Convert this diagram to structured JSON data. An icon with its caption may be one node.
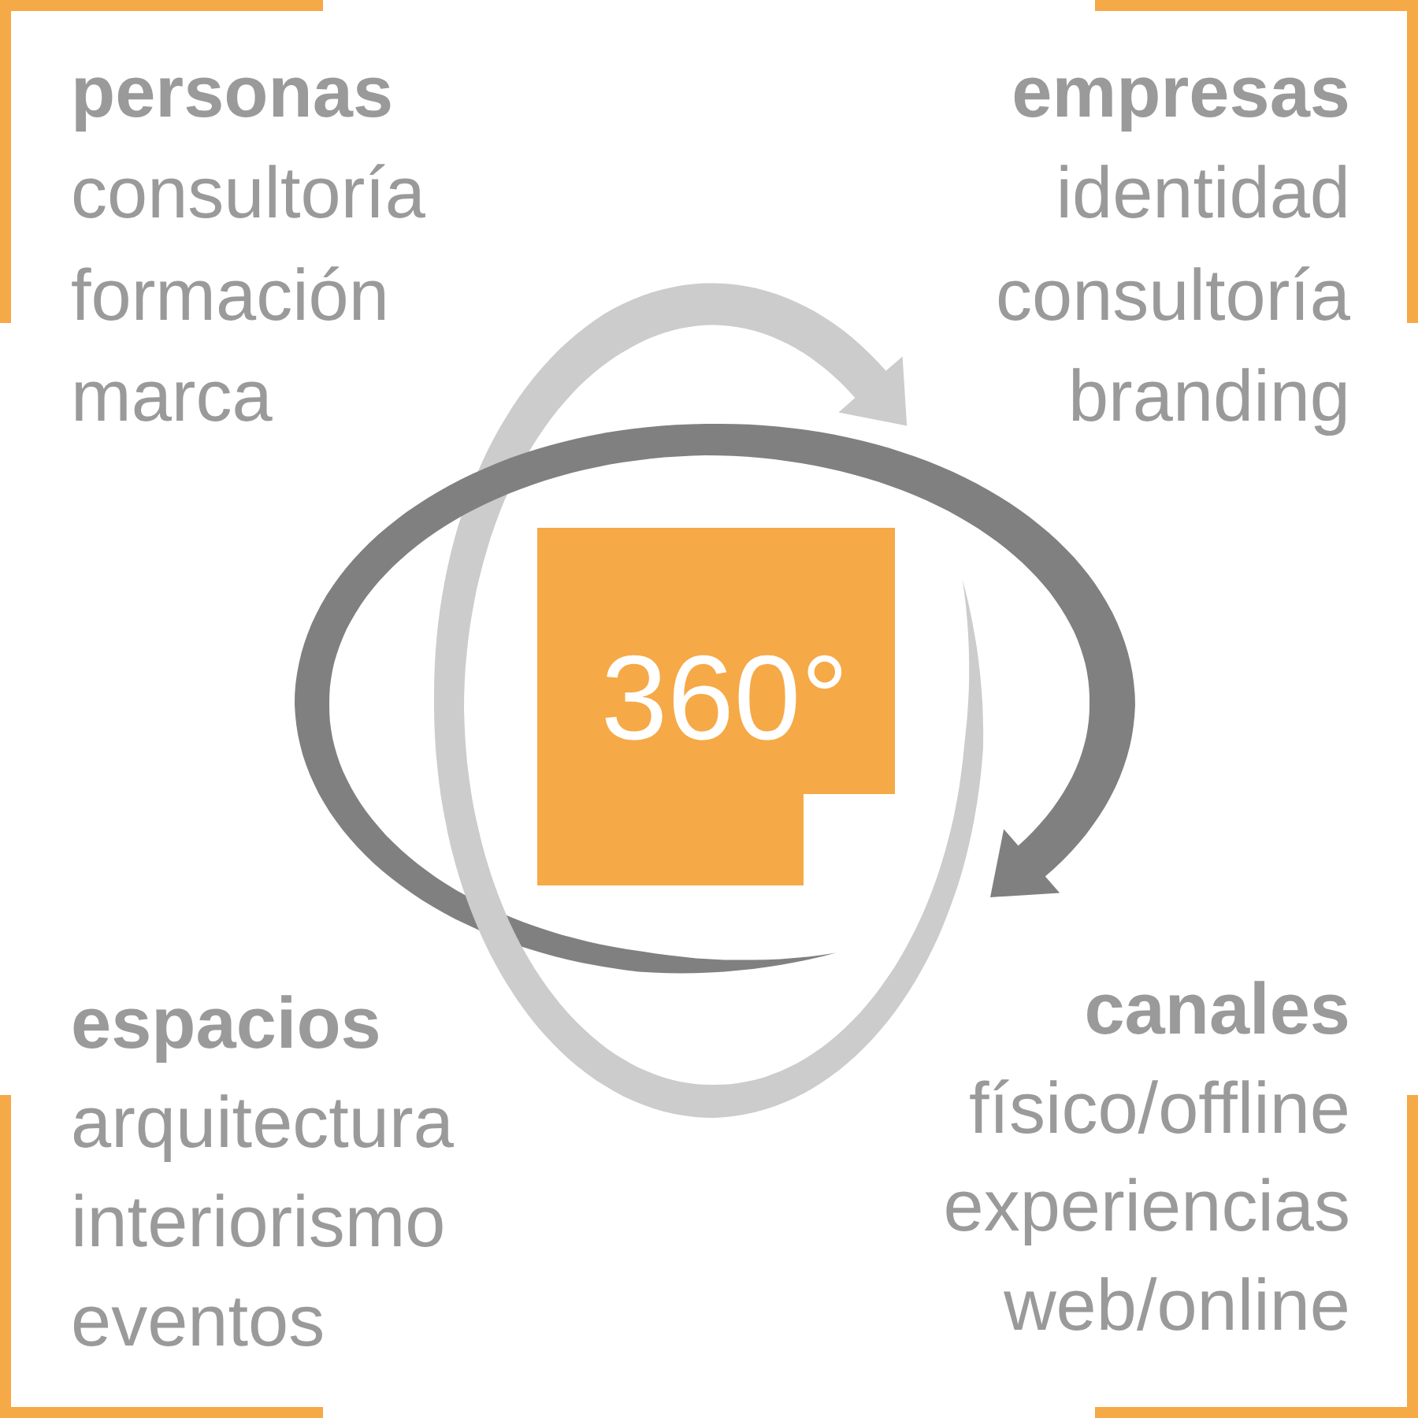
{
  "diagram": {
    "nodes": [
      {
        "text": [
          "personas",
          "consultoría",
          "formación",
          "marca"
        ]
      },
      {
        "text": [
          "empresas",
          "identidad",
          "consultoría",
          "branding"
        ]
      },
      {
        "text": [
          "360°"
        ]
      },
      {
        "text": [
          "espacios",
          "arquitectura",
          "interiorismo",
          "eventos"
        ]
      },
      {
        "text": [
          "canales",
          "físico/offline",
          "experiencias",
          "web/online"
        ]
      }
    ]
  }
}
